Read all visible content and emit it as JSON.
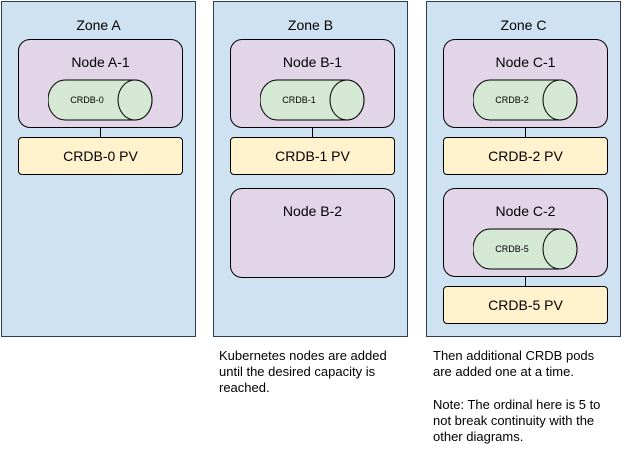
{
  "zones": [
    {
      "title": "Zone A",
      "nodes": [
        {
          "title": "Node A-1",
          "pod": "CRDB-0",
          "pv": "CRDB-0 PV"
        }
      ]
    },
    {
      "title": "Zone B",
      "nodes": [
        {
          "title": "Node B-1",
          "pod": "CRDB-1",
          "pv": "CRDB-1 PV"
        },
        {
          "title": "Node B-2"
        }
      ]
    },
    {
      "title": "Zone C",
      "nodes": [
        {
          "title": "Node C-1",
          "pod": "CRDB-2",
          "pv": "CRDB-2 PV"
        },
        {
          "title": "Node C-2",
          "pod": "CRDB-5",
          "pv": "CRDB-5 PV"
        }
      ]
    }
  ],
  "notes": {
    "zone_b": "Kubernetes nodes are added\nuntil the desired capacity is\nreached.",
    "zone_c_1": "Then additional CRDB pods\nare added one at a time.",
    "zone_c_2": "Note: The ordinal here is 5 to\nnot break continuity with the\nother diagrams."
  },
  "colors": {
    "zone_fill": "#cfe2f2",
    "node_fill": "#e1d5e7",
    "pod_fill": "#d5e8d4",
    "pv_fill": "#fff2cc",
    "outline": "#000000"
  }
}
